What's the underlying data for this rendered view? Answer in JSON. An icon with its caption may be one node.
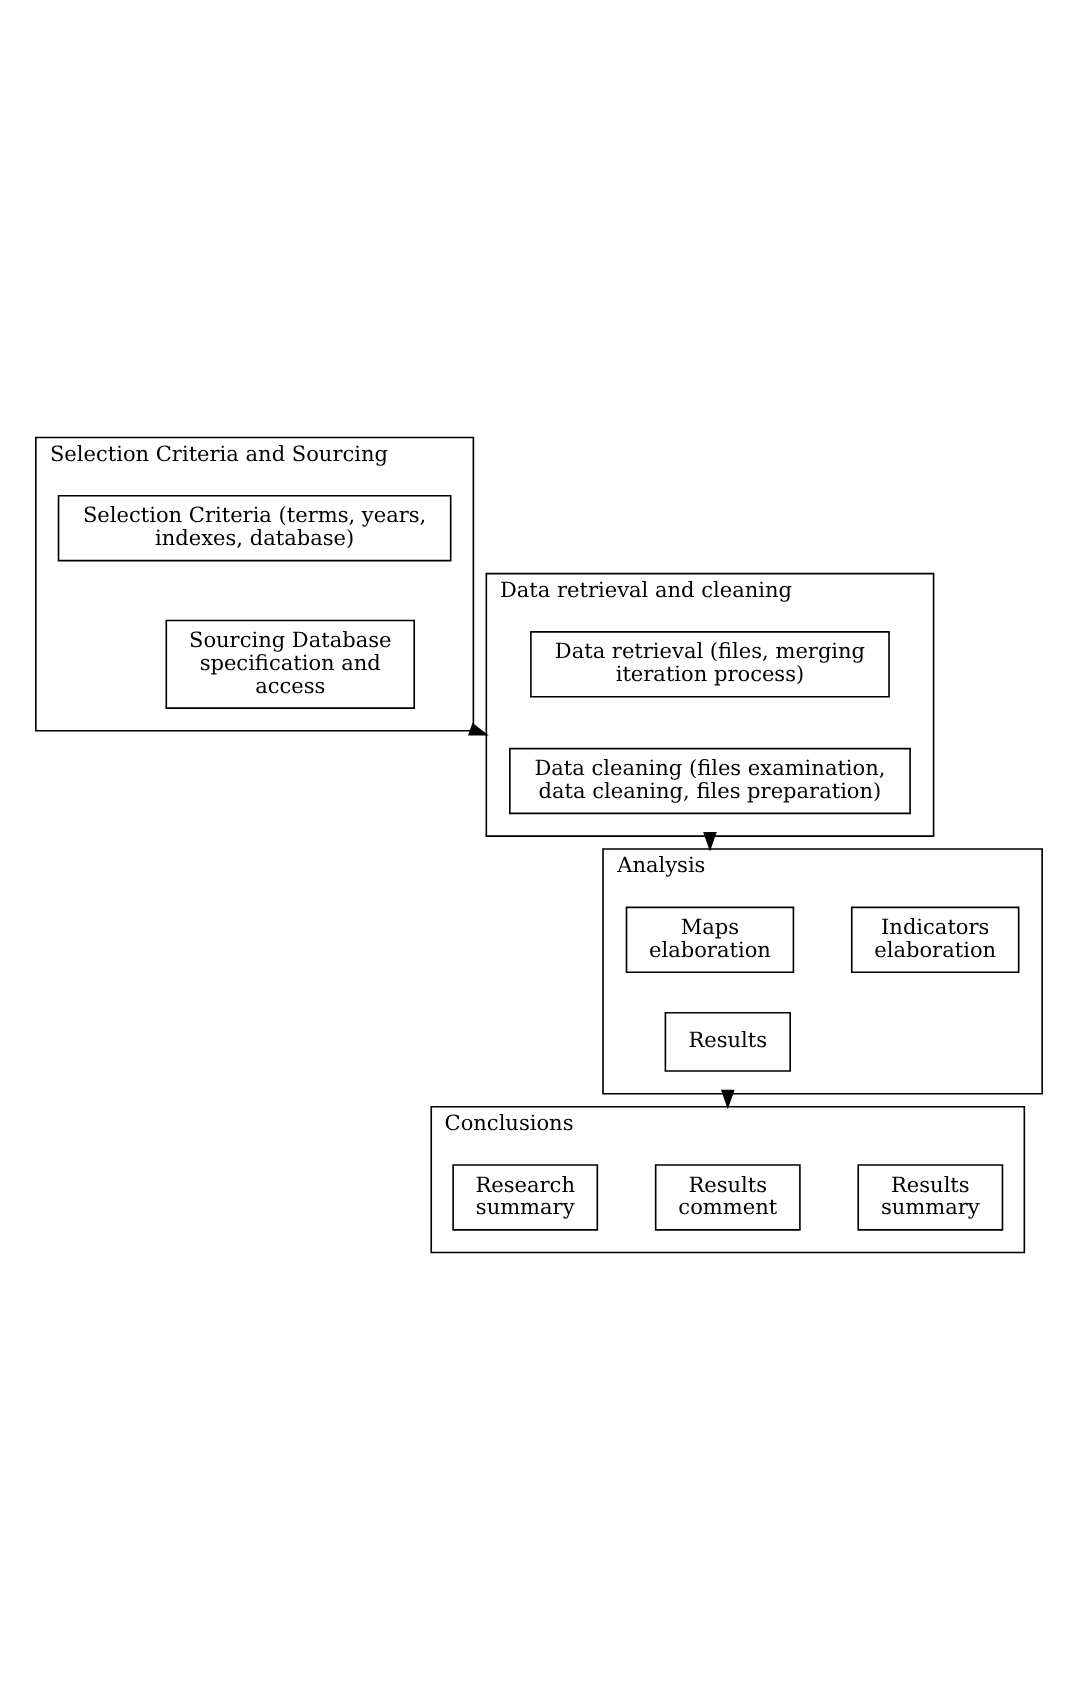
{
  "diagram": {
    "nodes": [
      {
        "text": [
          "Selection Criteria and Sourcing"
        ]
      },
      {
        "text": [
          "Selection Criteria (terms, years, indexes, database)"
        ],
        "in": 0
      },
      {
        "text": [
          "Sourcing Database specification and access"
        ],
        "in": 0
      },
      {
        "text": [
          "Data retrieval and cleaning"
        ]
      },
      {
        "text": [
          "Data retrieval (files, merging iteration process)"
        ],
        "in": 3
      },
      {
        "text": [
          "Data cleaning (files examination, data cleaning, files preparation)"
        ],
        "in": 3
      },
      {
        "text": [
          "Analysis"
        ]
      },
      {
        "text": [
          "Indicators elaboration"
        ],
        "in": 6
      },
      {
        "text": [
          "Maps elaboration"
        ],
        "in": 6
      },
      {
        "text": [
          "Results"
        ],
        "in": 6
      },
      {
        "text": [
          "Conclusions"
        ]
      },
      {
        "text": [
          "Results summary"
        ],
        "in": 10
      },
      {
        "text": [
          "Results comment"
        ],
        "in": 10
      },
      {
        "text": [
          "Research summary"
        ],
        "in": 10
      }
    ],
    "edges": [
      {
        "from": 0,
        "to": 3,
        "arrow": "to"
      },
      {
        "from": 3,
        "to": 6,
        "arrow": "to"
      },
      {
        "from": 6,
        "to": 10,
        "arrow": "to"
      }
    ]
  }
}
